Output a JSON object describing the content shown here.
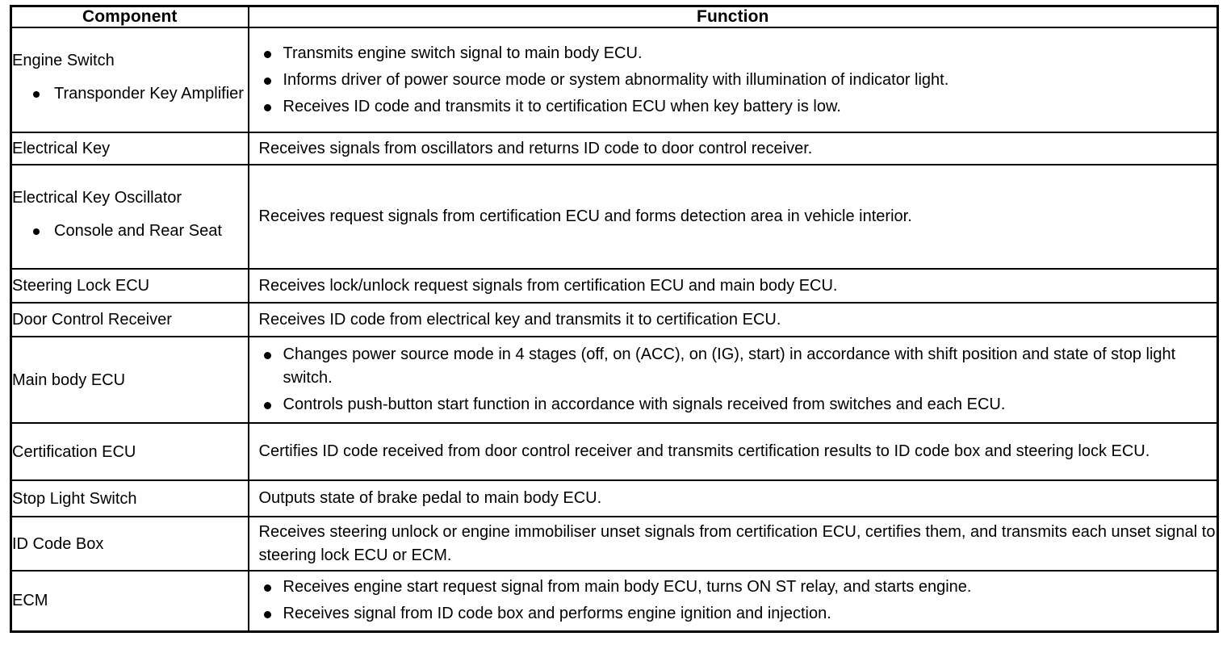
{
  "table": {
    "columns": [
      {
        "key": "component",
        "label": "Component"
      },
      {
        "key": "function",
        "label": "Function"
      }
    ],
    "rows": [
      {
        "component": "Engine Switch",
        "component_sub": [
          "Transponder Key Amplifier"
        ],
        "function_bullets": [
          "Transmits engine switch signal to main body ECU.",
          "Informs driver of power source mode or system abnormality with illumination of indicator light.",
          "Receives ID code and transmits it to certification ECU when key battery is low."
        ]
      },
      {
        "component": "Electrical Key",
        "component_sub": [],
        "function_text": "Receives signals from oscillators and returns ID code to door control receiver."
      },
      {
        "component": "Electrical Key Oscillator",
        "component_sub": [
          "Console and Rear Seat"
        ],
        "function_text": "Receives request signals from certification ECU and forms detection area in vehicle interior."
      },
      {
        "component": "Steering Lock ECU",
        "component_sub": [],
        "function_text": "Receives lock/unlock request signals from certification ECU and main body ECU."
      },
      {
        "component": "Door Control Receiver",
        "component_sub": [],
        "function_text": "Receives ID code from electrical key and transmits it to certification ECU."
      },
      {
        "component": "Main body ECU",
        "component_sub": [],
        "function_bullets": [
          "Changes power source mode in 4 stages (off, on (ACC), on (IG), start) in accordance with shift position and state of stop light switch.",
          "Controls push-button start function in accordance with signals received from switches and each ECU."
        ]
      },
      {
        "component": "Certification ECU",
        "component_sub": [],
        "function_text": "Certifies ID code received from door control receiver and transmits certification results to ID code box and steering lock ECU."
      },
      {
        "component": "Stop Light Switch",
        "component_sub": [],
        "function_text": "Outputs state of brake pedal to main body ECU."
      },
      {
        "component": "ID Code Box",
        "component_sub": [],
        "function_text": "Receives steering unlock or engine immobiliser unset signals from certification ECU, certifies them, and transmits each unset signal to steering lock ECU or ECM."
      },
      {
        "component": "ECM",
        "component_sub": [],
        "function_bullets": [
          "Receives engine start request signal from main body ECU, turns ON ST relay, and starts engine.",
          "Receives signal from ID code box and performs engine ignition and injection."
        ]
      }
    ]
  },
  "style": {
    "border_color": "#000000",
    "text_color": "#000000",
    "background": "#ffffff"
  }
}
